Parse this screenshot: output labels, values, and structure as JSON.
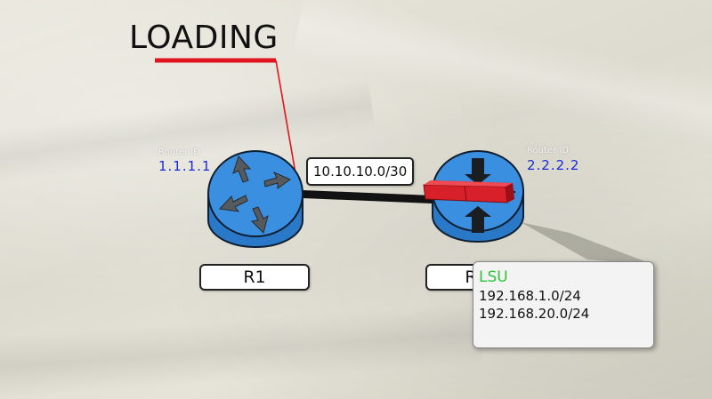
{
  "scene": {
    "status_text": "LOADING",
    "subnet_label": "10.10.10.0/30",
    "routers": [
      {
        "name": "R1",
        "router_id_caption": "Router ID",
        "router_id": "1.1.1.1"
      },
      {
        "name": "R2",
        "router_id_caption": "Router ID",
        "router_id": "2.2.2.2"
      }
    ],
    "lsu_popup": {
      "title": "LSU",
      "routes": [
        "192.168.1.0/24",
        "192.168.20.0/24"
      ]
    }
  },
  "colors": {
    "router_body": "#3a8fe0",
    "router_outline": "#0f1f2f",
    "arrow_fill": "#555a5e",
    "link": "#121212",
    "pointer_red": "#e0141e",
    "packet_red": "#d8202a",
    "router_id_text": "#1a2bd6",
    "lsu_title": "#2fc23d"
  },
  "icons": [
    "router-icon",
    "lsu-packet-icon"
  ]
}
